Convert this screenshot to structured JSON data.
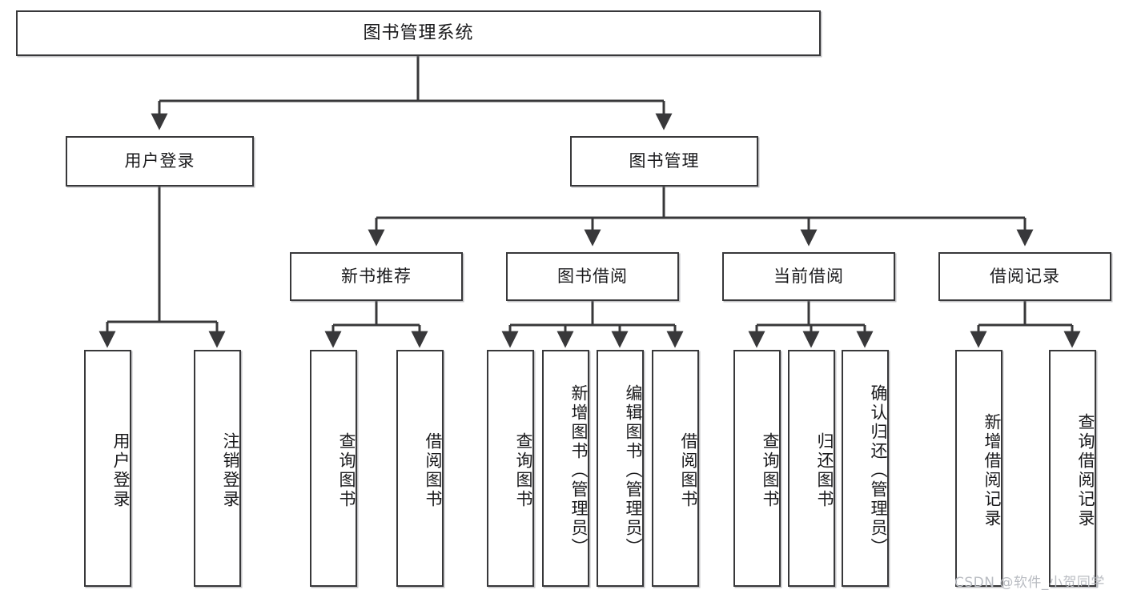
{
  "diagram": {
    "title": "图书管理系统",
    "type": "tree",
    "watermark": "CSDN @软件_小贺同学",
    "style": {
      "box_fill": "#ffffff",
      "box_stroke": "#38383a",
      "text_color": "#1a1a1c",
      "watermark_color": "#b9bcc2",
      "background": "#ffffff"
    },
    "root": {
      "label": "图书管理系统"
    },
    "level2": [
      {
        "label": "用户登录"
      },
      {
        "label": "图书管理"
      }
    ],
    "level3": [
      {
        "label": "新书推荐"
      },
      {
        "label": "图书借阅"
      },
      {
        "label": "当前借阅"
      },
      {
        "label": "借阅记录"
      }
    ],
    "leaves": {
      "user_login": [
        {
          "label": "用户登录"
        },
        {
          "label": "注销登录"
        }
      ],
      "new_book_recommend": [
        {
          "label": "查询图书"
        },
        {
          "label": "借阅图书"
        }
      ],
      "book_borrow": [
        {
          "label": "查询图书"
        },
        {
          "label": "新增图书（管理员）"
        },
        {
          "label": "编辑图书（管理员）"
        },
        {
          "label": "借阅图书"
        }
      ],
      "current_borrow": [
        {
          "label": "查询图书"
        },
        {
          "label": "归还图书"
        },
        {
          "label": "确认归还（管理员）"
        }
      ],
      "borrow_record": [
        {
          "label": "新增借阅记录"
        },
        {
          "label": "查询借阅记录"
        }
      ]
    }
  }
}
